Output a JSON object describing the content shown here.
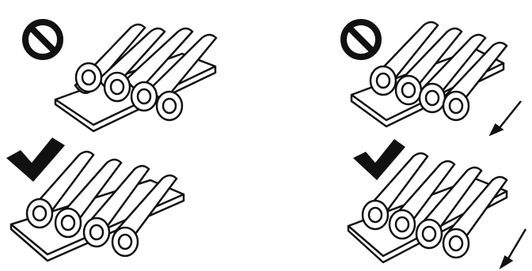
{
  "figure": {
    "panels": [
      {
        "id": "top-left",
        "verdict_icon": "prohibited-icon",
        "correct": false,
        "arrow": false
      },
      {
        "id": "top-right",
        "verdict_icon": "prohibited-icon",
        "correct": false,
        "arrow": true
      },
      {
        "id": "bottom-left",
        "verdict_icon": "checkmark-icon",
        "correct": true,
        "arrow": false
      },
      {
        "id": "bottom-right",
        "verdict_icon": "checkmark-icon",
        "correct": true,
        "arrow": true
      }
    ],
    "colors": {
      "ink": "#111111",
      "background": "#ffffff"
    }
  }
}
